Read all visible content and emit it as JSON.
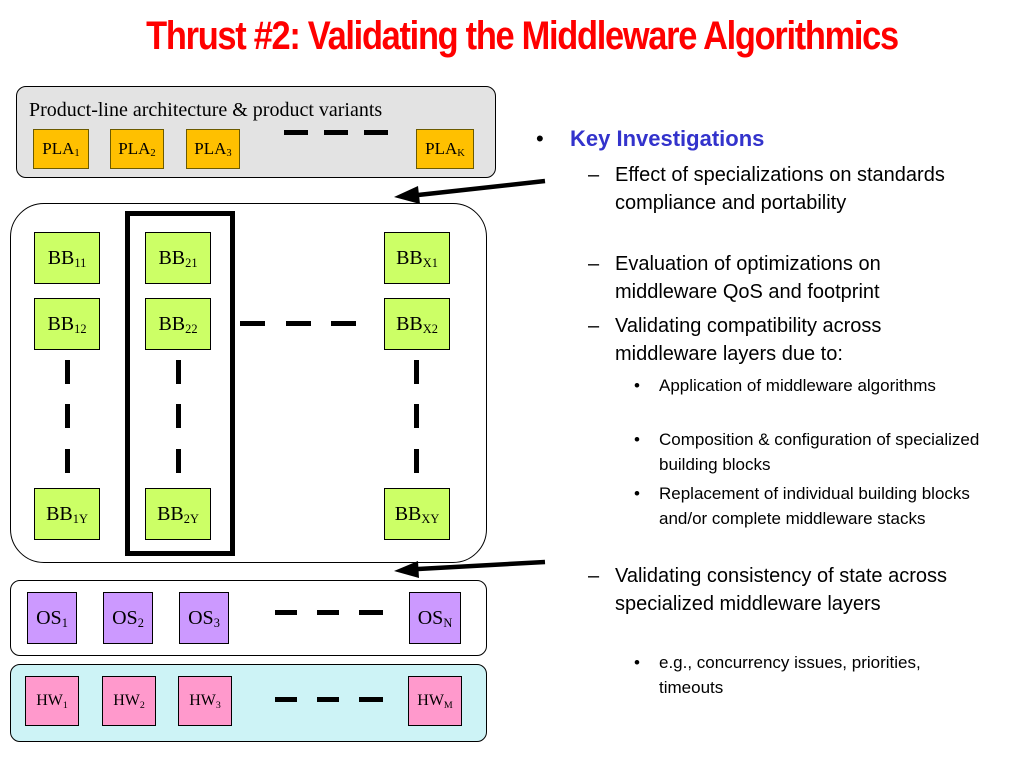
{
  "title": "Thrust #2: Validating the Middleware Algorithmics",
  "diagram": {
    "pla_caption": "Product-line architecture & product variants",
    "pla": [
      {
        "name": "PLA",
        "sub": "1"
      },
      {
        "name": "PLA",
        "sub": "2"
      },
      {
        "name": "PLA",
        "sub": "3"
      },
      {
        "name": "PLA",
        "sub": "K"
      }
    ],
    "bb": [
      {
        "name": "BB",
        "sub": "11"
      },
      {
        "name": "BB",
        "sub": "21"
      },
      {
        "name": "BB",
        "sub": "X1"
      },
      {
        "name": "BB",
        "sub": "12"
      },
      {
        "name": "BB",
        "sub": "22"
      },
      {
        "name": "BB",
        "sub": "X2"
      },
      {
        "name": "BB",
        "sub": "1Y"
      },
      {
        "name": "BB",
        "sub": "2Y"
      },
      {
        "name": "BB",
        "sub": "XY"
      }
    ],
    "os": [
      {
        "name": "OS",
        "sub": "1"
      },
      {
        "name": "OS",
        "sub": "2"
      },
      {
        "name": "OS",
        "sub": "3"
      },
      {
        "name": "OS",
        "sub": "N"
      }
    ],
    "hw": [
      {
        "name": "HW",
        "sub": "1"
      },
      {
        "name": "HW",
        "sub": "2"
      },
      {
        "name": "HW",
        "sub": "3"
      },
      {
        "name": "HW",
        "sub": "M"
      }
    ],
    "colors": {
      "title": "#ff0000",
      "heading": "#3333cc",
      "pla_box": "#ffc000",
      "bb_box": "#ccff66",
      "os_box": "#cc99ff",
      "hw_box": "#ff99cc",
      "hw_panel": "#cdf3f6",
      "pla_panel": "#e3e3e3"
    }
  },
  "bullets": {
    "heading": "Key Investigations",
    "l1_marker": "•",
    "l2_marker": "–",
    "l3_marker": "•",
    "item1": "Effect of specializations on standards compliance and portability",
    "item2": "Evaluation of optimizations on middleware QoS and footprint",
    "item3": "Validating compatibility across middleware layers due to:",
    "item3_sub": [
      "Application of middleware algorithms",
      "Composition & configuration of specialized building blocks",
      "Replacement of individual building blocks and/or complete middleware stacks"
    ],
    "item4": "Validating consistency of state across specialized middleware layers",
    "item4_sub": [
      "e.g., concurrency issues, priorities, timeouts"
    ]
  }
}
